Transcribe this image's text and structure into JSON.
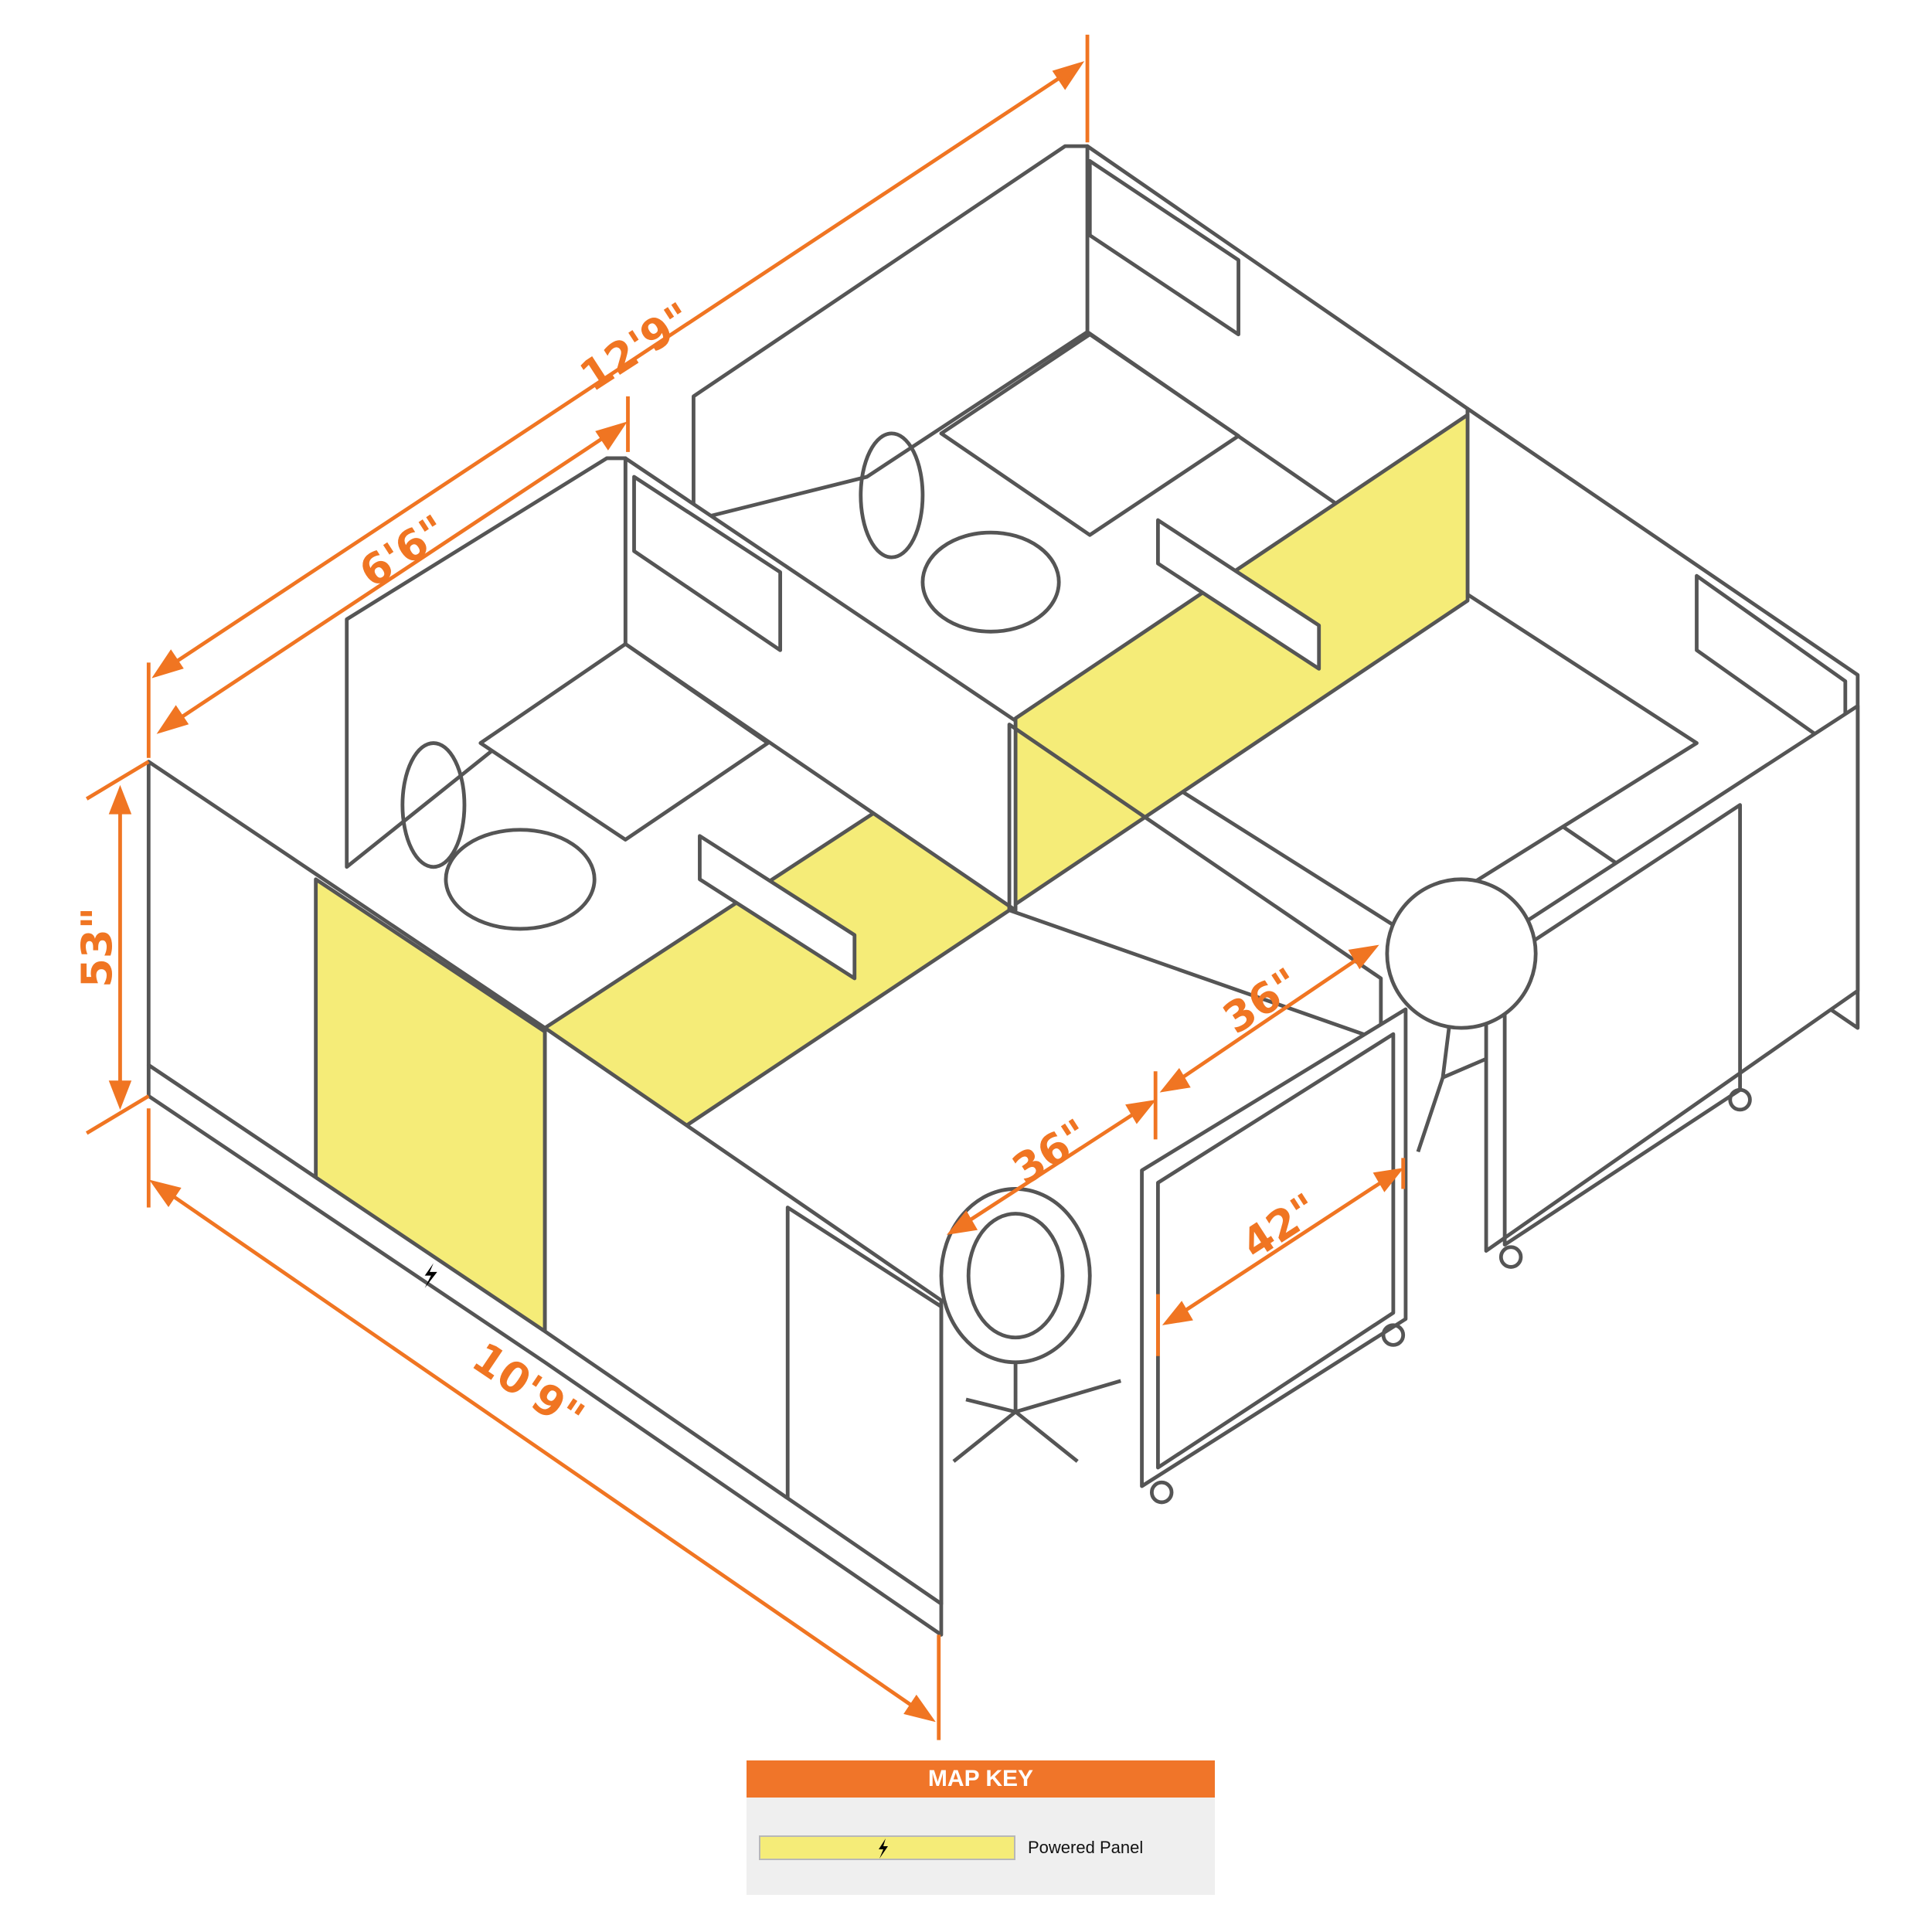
{
  "dimensions": {
    "overall_depth": "12'9\"",
    "cubicle_depth": "6'6\"",
    "panel_height": "53\"",
    "overall_width": "10'9\"",
    "opening_lower": "36\"",
    "opening_upper": "36\"",
    "door_panel_width": "42\""
  },
  "map_key": {
    "title": "MAP KEY",
    "items": [
      {
        "label": "Powered Panel",
        "icon": "lightning-bolt-icon"
      }
    ]
  },
  "colors": {
    "accent": "#f07522",
    "powered_panel": "#f5ec78",
    "frame": "#555555"
  }
}
